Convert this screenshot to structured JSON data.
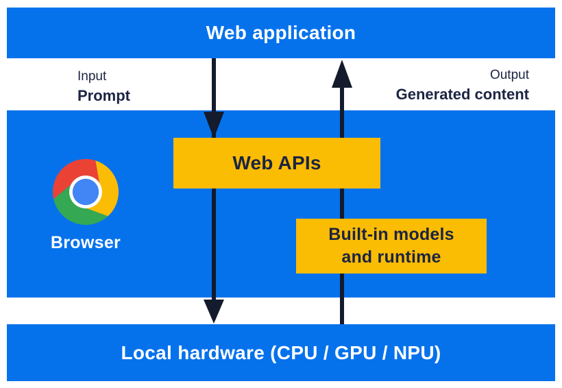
{
  "layers": {
    "web_application": {
      "label": "Web application"
    },
    "local_hardware": {
      "label": "Local hardware (CPU / GPU / NPU)"
    }
  },
  "annotations": {
    "input": {
      "caption": "Input",
      "value": "Prompt"
    },
    "output": {
      "caption": "Output",
      "value": "Generated content"
    }
  },
  "browser": {
    "label": "Browser",
    "logo_icon": "chrome-logo",
    "web_apis": {
      "label": "Web APIs"
    },
    "builtin_models": {
      "line1": "Built-in models",
      "line2": "and runtime"
    }
  },
  "arrows": {
    "down": "prompt-input-flow-down",
    "up": "generated-content-flow-up"
  },
  "colors": {
    "layer_blue": "#0572EC",
    "accent_yellow": "#FBBC04",
    "text_navy": "#1B2442",
    "arrow_navy": "#131B2C",
    "text_white": "#FFFFFF",
    "chrome_red": "#EA4335",
    "chrome_yellow": "#FBBC05",
    "chrome_green": "#34A853",
    "chrome_blue": "#4285F4"
  }
}
